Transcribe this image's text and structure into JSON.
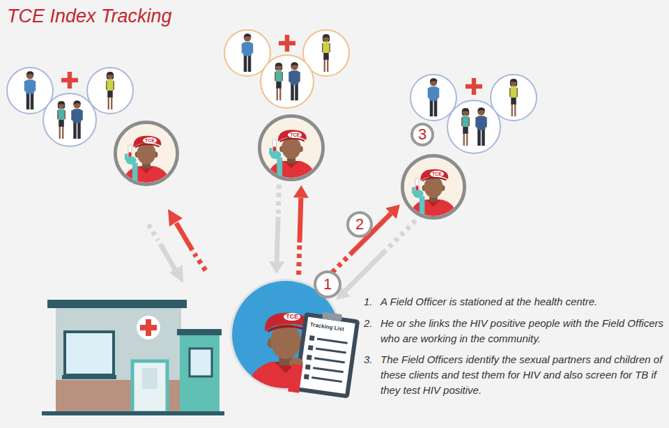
{
  "diagram": {
    "title": "TCE Index Tracking",
    "nodes": [
      {
        "text": [
          "TCE"
        ]
      },
      {
        "text": [
          "TCE"
        ]
      },
      {
        "text": [
          "TCE"
        ]
      },
      {
        "text": [
          "TCE",
          "Tracking List"
        ]
      }
    ],
    "edges": [
      {
        "from": 3,
        "to": 1,
        "arrow": "to"
      },
      {
        "from": 1,
        "to": 3,
        "arrow": "to"
      },
      {
        "from": 3,
        "to": 2,
        "arrow": "to"
      },
      {
        "from": 2,
        "to": 3,
        "arrow": "to"
      }
    ],
    "labels": [
      "1",
      "2",
      "3",
      "1.",
      "A Field Officer is stationed at the health centre.",
      "2.",
      "He or she links the HIV positive people with the Field Officers who are working in the community.",
      "3.",
      "The Field Officers identify the sexual partners and children of these clients and test them for HIV and also screen for TB if they test HIV positive."
    ]
  }
}
